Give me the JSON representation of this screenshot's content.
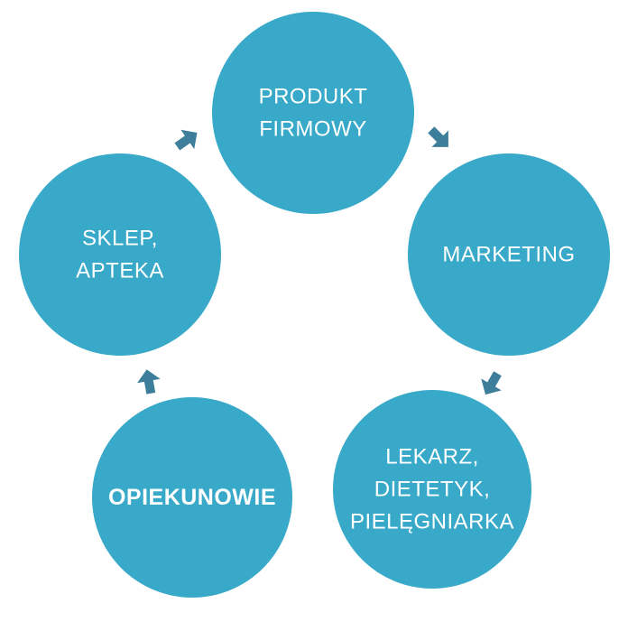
{
  "colors": {
    "circle": "#38a9c8",
    "arrow": "#3d7f9a",
    "text": "#ffffff",
    "background": "#ffffff"
  },
  "nodes": [
    {
      "id": "produkt",
      "lines": [
        "PRODUKT",
        "FIRMOWY"
      ],
      "bold": false
    },
    {
      "id": "marketing",
      "lines": [
        "MARKETING"
      ],
      "bold": false
    },
    {
      "id": "lekarz",
      "lines": [
        "LEKARZ,",
        "DIETETYK,",
        "PIELĘGNIARKA"
      ],
      "bold": false
    },
    {
      "id": "opiekunowie",
      "lines": [
        "OPIEKUNOWIE"
      ],
      "bold": true
    },
    {
      "id": "sklep",
      "lines": [
        "SKLEP,",
        "APTEKA"
      ],
      "bold": false
    }
  ],
  "edges": [
    {
      "from": "produkt",
      "to": "marketing"
    },
    {
      "from": "marketing",
      "to": "lekarz"
    },
    {
      "from": "opiekunowie",
      "to": "sklep"
    },
    {
      "from": "sklep",
      "to": "produkt"
    }
  ]
}
